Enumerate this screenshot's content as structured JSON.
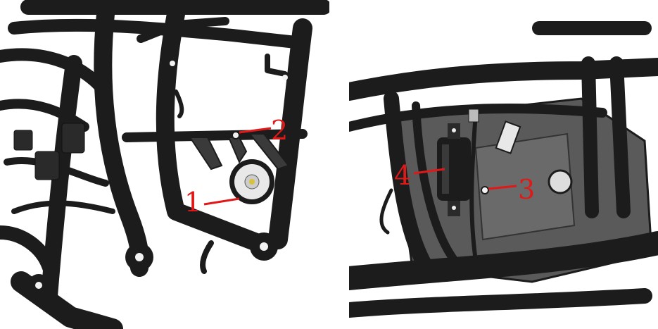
{
  "figure": {
    "left_panel": {
      "callouts": [
        {
          "id": "1",
          "label": "1"
        },
        {
          "id": "2",
          "label": "2"
        }
      ]
    },
    "right_panel": {
      "callouts": [
        {
          "id": "3",
          "label": "3"
        },
        {
          "id": "4",
          "label": "4"
        }
      ]
    },
    "colors": {
      "frame": "#1c1c1c",
      "frame_highlight": "#4a4a4a",
      "callout": "#e01818",
      "background": "#ffffff",
      "horn_face": "#e8e8e8",
      "bracket_plate": "#3a3a3a"
    }
  }
}
